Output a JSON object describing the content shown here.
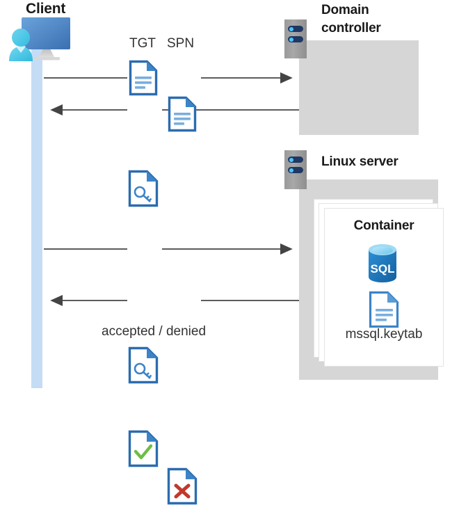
{
  "diagram": {
    "title": "Kerberos authentication flow between Client, Domain controller and Linux server container",
    "colors": {
      "panel_gray": "#d6d6d6",
      "lifeline_blue": "#c5dcf5",
      "doc_blue": "#3c84c8",
      "doc_fold_blue": "#2b6cb0",
      "sql_blue": "#1b72bc",
      "check_green": "#6cbe45",
      "cross_red": "#c0392b",
      "ribbon_red": "#c0272d",
      "ribbon_gold": "#ffd200",
      "arrow_gray": "#444444",
      "rack_led": "#1f3864",
      "rack_led_dot": "#4fc3f7"
    }
  },
  "client": {
    "title": "Client",
    "icon": "user-monitor-icon",
    "lifeline": "client-lifeline"
  },
  "domain_controller": {
    "title_line1": "Domain",
    "title_line2": "controller",
    "rack_icon": "server-rack-icon",
    "certificate_icon": "certificate-document-icon"
  },
  "linux_server": {
    "title": "Linux server",
    "rack_icon": "server-rack-icon",
    "container": {
      "title": "Container",
      "sql_icon": "sql-database-icon",
      "sql_label": "SQL",
      "keytab_icon": "text-document-icon",
      "keytab_label": "mssql.keytab",
      "stack_count": 3
    }
  },
  "flows": [
    {
      "id": "flow-tgt-spn-request",
      "direction": "right",
      "from": "client",
      "to": "domain-controller",
      "labels": [
        "TGT",
        "SPN"
      ],
      "icons": [
        "text-document-icon",
        "text-document-icon"
      ]
    },
    {
      "id": "flow-service-ticket-response",
      "direction": "left",
      "from": "domain-controller",
      "to": "client",
      "labels": [],
      "icons": [
        "key-document-icon"
      ]
    },
    {
      "id": "flow-ticket-presented",
      "direction": "right",
      "from": "client",
      "to": "linux-server",
      "labels": [],
      "icons": [
        "key-document-icon"
      ]
    },
    {
      "id": "flow-auth-result",
      "direction": "left",
      "from": "linux-server",
      "to": "client",
      "labels": [
        "accepted / denied"
      ],
      "icons": [
        "accepted-document-icon",
        "denied-document-icon"
      ]
    }
  ],
  "labels": {
    "tgt": "TGT",
    "spn": "SPN",
    "accepted_denied": "accepted / denied"
  }
}
